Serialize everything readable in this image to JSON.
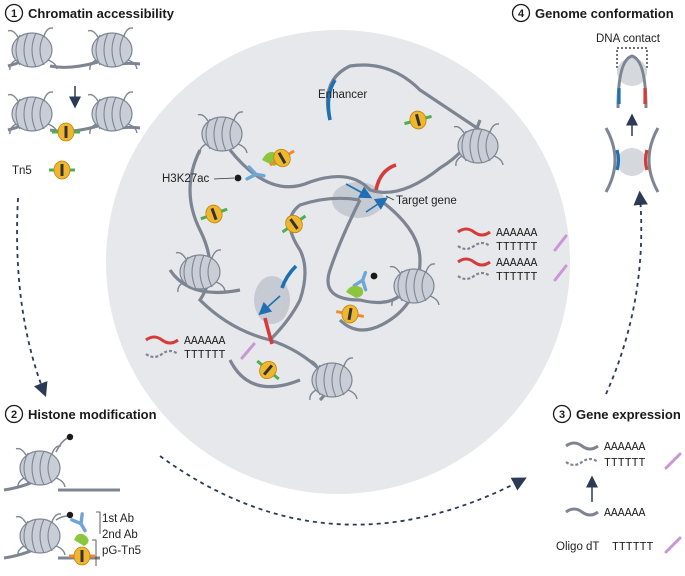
{
  "sections": {
    "s1": {
      "number": "1",
      "title": "Chromatin accessibility"
    },
    "s2": {
      "number": "2",
      "title": "Histone modification"
    },
    "s3": {
      "number": "3",
      "title": "Gene expression"
    },
    "s4": {
      "number": "4",
      "title": "Genome conformation"
    }
  },
  "labels": {
    "tn5": "Tn5",
    "h3k27ac": "H3K27ac",
    "enhancer": "Enhancer",
    "target_gene": "Target gene",
    "dna_contact": "DNA contact",
    "first_ab": "1st Ab",
    "second_ab": "2nd Ab",
    "pg_tn5": "pG-Tn5",
    "oligo_dt": "Oligo dT"
  },
  "sequences": {
    "poly_a": "AAAAAA",
    "poly_t": "TTTTTT"
  },
  "colors": {
    "dna": "#7d8593",
    "nucleosome": "#c9ced6",
    "background_circle": "#e6e8eb",
    "enhancer_blue": "#1f6fb2",
    "gene_red": "#d63b3b",
    "tn5_yellow": "#f0b72e",
    "green_adapter": "#4caf50",
    "orange_adapter": "#f08a2c",
    "antibody_blue": "#6fa6d6",
    "protein_g_green": "#8cc63f",
    "oligo_purple": "#c996d6",
    "arrow": "#2b3a55"
  }
}
